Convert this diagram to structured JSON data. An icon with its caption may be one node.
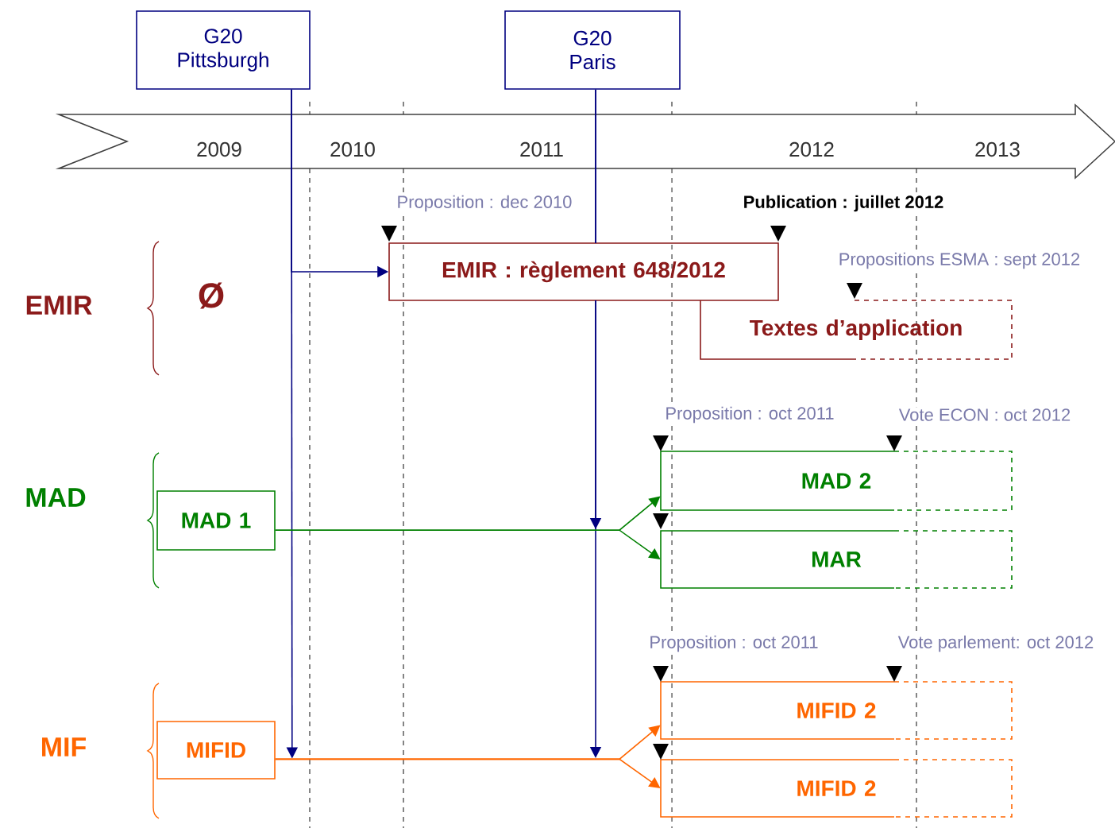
{
  "diagram": {
    "nodes": [
      {
        "text": [
          "G20 Pittsburgh"
        ]
      },
      {
        "text": [
          "G20 Paris"
        ]
      },
      {
        "text": [
          "EMIR : règlement 648/2012"
        ]
      },
      {
        "text": [
          "Textes d’application"
        ]
      },
      {
        "text": [
          "MAD 1"
        ]
      },
      {
        "text": [
          "MAD 2"
        ]
      },
      {
        "text": [
          "MAR"
        ]
      },
      {
        "text": [
          "MIFID"
        ]
      },
      {
        "text": [
          "MIFID 2"
        ]
      },
      {
        "text": [
          "MIFID 2"
        ]
      }
    ],
    "edges": [
      {
        "from": 0,
        "to": 2,
        "arrow": "to"
      },
      {
        "from": 0,
        "to": 7,
        "arrow": "to"
      },
      {
        "from": 1,
        "to": null,
        "arrow": "to"
      },
      {
        "from": 1,
        "to": null,
        "arrow": "to"
      },
      {
        "from": 4,
        "to": 5,
        "arrow": "to",
        "color": "#008000"
      },
      {
        "from": 4,
        "to": 6,
        "arrow": "to",
        "color": "#008000"
      },
      {
        "from": 7,
        "to": 8,
        "arrow": "to",
        "color": "#ff6600"
      },
      {
        "from": 7,
        "to": 9,
        "arrow": "to",
        "color": "#ff6600"
      }
    ],
    "labels": [
      "2009",
      "2010",
      "2011",
      "2012",
      "2013",
      "Proposition : dec 2010",
      "Publication : juillet 2012",
      "Propositions ESMA : sept 2012",
      "EMIR",
      "Ø",
      "Proposition : oct 2011",
      "Vote ECON : oct 2012",
      "MAD",
      "Proposition : oct 2011",
      "Vote parlement: oct 2012",
      "MIF"
    ]
  }
}
